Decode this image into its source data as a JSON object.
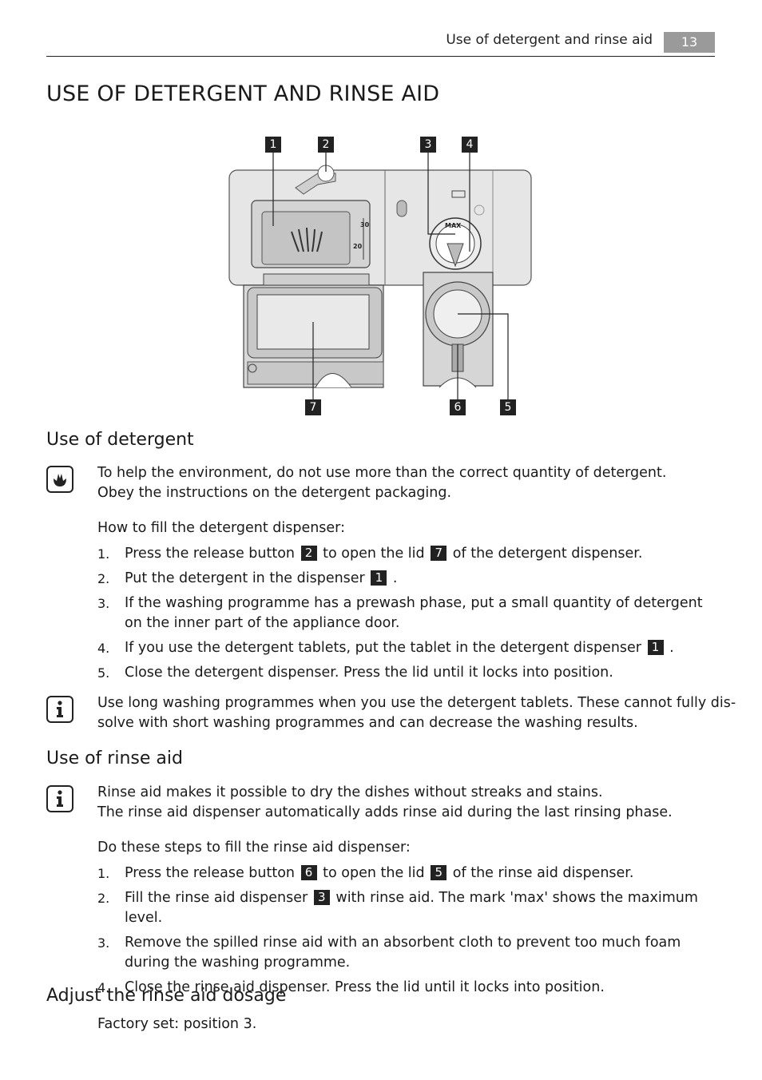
{
  "header": {
    "section_title": "Use of detergent and rinse aid",
    "page_number": "13"
  },
  "title": "USE OF DETERGENT AND RINSE AID",
  "figure": {
    "callouts": [
      "1",
      "2",
      "3",
      "4",
      "5",
      "6",
      "7"
    ],
    "scale_marks": [
      "30",
      "20"
    ],
    "max_label": "MAX"
  },
  "detergent": {
    "heading": "Use of detergent",
    "env_note_line1": "To help the environment, do not use more than the correct quantity of detergent.",
    "env_note_line2": "Obey the instructions on the detergent packaging.",
    "intro": "How to fill the detergent dispenser:",
    "steps": [
      {
        "num": "1.",
        "parts": [
          "Press the release button",
          "2",
          "to open the lid",
          "7",
          "of the detergent dispenser."
        ]
      },
      {
        "num": "2.",
        "parts": [
          "Put the detergent in the dispenser",
          "1",
          "."
        ]
      },
      {
        "num": "3.",
        "text": "If the washing programme has a prewash phase, put a small quantity of detergent on the inner part of the appliance door."
      },
      {
        "num": "4.",
        "parts": [
          "If you use the detergent tablets, put the tablet in the detergent dispenser",
          "1",
          "."
        ]
      },
      {
        "num": "5.",
        "text": "Close the detergent dispenser. Press the lid until it locks into position."
      }
    ],
    "info_line1": "Use long washing programmes when you use the detergent tablets. These cannot fully dis-",
    "info_line2": "solve with short washing programmes and can decrease the washing results."
  },
  "rinse": {
    "heading": "Use of rinse aid",
    "info_line1": "Rinse aid makes it possible to dry the dishes without streaks and stains.",
    "info_line2": "The rinse aid dispenser automatically adds rinse aid during the last rinsing phase.",
    "intro": "Do these steps to fill the rinse aid dispenser:",
    "steps": [
      {
        "num": "1.",
        "parts": [
          "Press the release button",
          "6",
          "to open the lid",
          "5",
          "of the rinse aid dispenser."
        ]
      },
      {
        "num": "2.",
        "parts": [
          "Fill the rinse aid dispenser",
          "3",
          "with rinse aid. The mark 'max' shows the maximum level."
        ]
      },
      {
        "num": "3.",
        "text": "Remove the spilled rinse aid with an absorbent cloth to prevent too much foam during the washing programme."
      },
      {
        "num": "4.",
        "text": "Close the rinse aid dispenser. Press the lid until it locks into position."
      }
    ]
  },
  "dosage": {
    "heading": "Adjust the rinse aid dosage",
    "text": "Factory set: position 3."
  }
}
